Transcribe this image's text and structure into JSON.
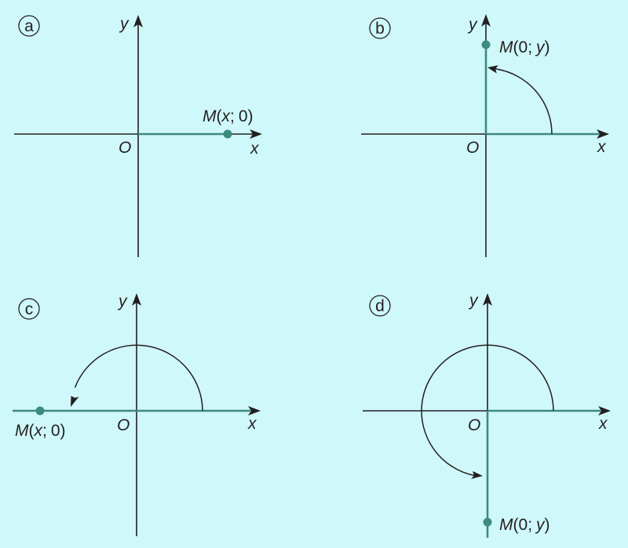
{
  "panels": [
    {
      "id": "a",
      "badge": "a",
      "axis_x": "x",
      "axis_y": "y",
      "origin": "O",
      "point": {
        "name": "M",
        "open": "(",
        "coord1": "x",
        "sep": ";",
        "coord2": "0",
        "close": ")"
      }
    },
    {
      "id": "b",
      "badge": "b",
      "axis_x": "x",
      "axis_y": "y",
      "origin": "O",
      "point": {
        "name": "M",
        "open": "(",
        "coord1": "0",
        "sep": ";",
        "coord2": "y",
        "close": ")"
      }
    },
    {
      "id": "c",
      "badge": "c",
      "axis_x": "x",
      "axis_y": "y",
      "origin": "O",
      "point": {
        "name": "M",
        "open": "(",
        "coord1": "x",
        "sep": ";",
        "coord2": "0",
        "close": ")"
      }
    },
    {
      "id": "d",
      "badge": "d",
      "axis_x": "x",
      "axis_y": "y",
      "origin": "O",
      "point": {
        "name": "M",
        "open": "(",
        "coord1": "0",
        "sep": ";",
        "coord2": "y",
        "close": ")"
      }
    }
  ],
  "colors": {
    "background": "#cff8fa",
    "accent": "#3e8a7f",
    "ink": "#231f20"
  }
}
